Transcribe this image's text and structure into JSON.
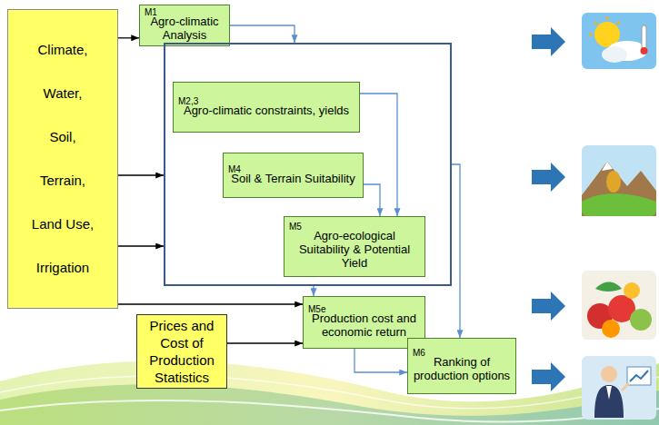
{
  "diagram": {
    "nodes": [
      {
        "text": [
          "Climate, Water, Soil, Terrain, Land Use, Irrigation"
        ]
      },
      {
        "text": [
          "M1",
          "Agro-climatic Analysis"
        ]
      },
      {
        "text": []
      },
      {
        "text": [
          "M2,3",
          "Agro-climatic constraints, yields"
        ],
        "in": 2
      },
      {
        "text": [
          "M4",
          "Soil & Terrain Suitability"
        ],
        "in": 2
      },
      {
        "text": [
          "M5",
          "Agro-ecological Suitability & Potential Yield"
        ],
        "in": 2
      },
      {
        "text": [
          "Prices and Cost of Production Statistics"
        ]
      },
      {
        "text": [
          "M5e",
          "Production cost and economic return"
        ]
      },
      {
        "text": [
          "M6",
          "Ranking of production options"
        ]
      }
    ],
    "edges": [
      {
        "from": 0,
        "to": 1,
        "arrow": "to"
      },
      {
        "from": 1,
        "to": 2,
        "arrow": "to"
      },
      {
        "from": 0,
        "to": 2,
        "arrow": "to"
      },
      {
        "from": 0,
        "to": 2,
        "arrow": "to"
      },
      {
        "from": 3,
        "to": 5,
        "arrow": "to"
      },
      {
        "from": 4,
        "to": 5,
        "arrow": "to"
      },
      {
        "from": 2,
        "to": 8,
        "arrow": "to"
      },
      {
        "from": 2,
        "to": 7,
        "arrow": "to"
      },
      {
        "from": 0,
        "to": 7,
        "arrow": "to"
      },
      {
        "from": 6,
        "to": 7,
        "arrow": "to"
      },
      {
        "from": 7,
        "to": 8,
        "arrow": "to"
      }
    ]
  }
}
